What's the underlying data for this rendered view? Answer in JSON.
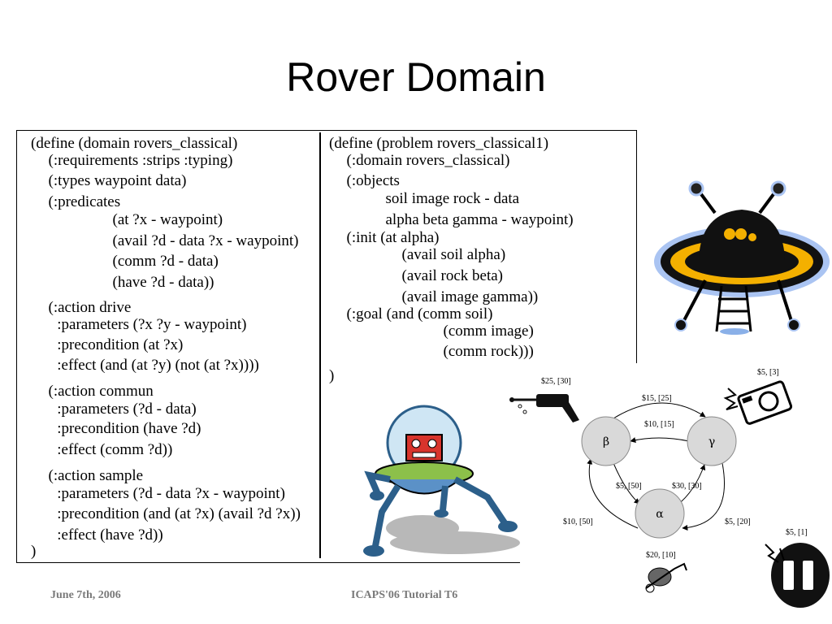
{
  "slide": {
    "title": "Rover Domain",
    "footer_left": "June 7th, 2006",
    "footer_center": "ICAPS'06 Tutorial T6"
  },
  "domain_code": {
    "lines": [
      "(define (domain rovers_classical)",
      "  (:requirements :strips :typing)",
      "  (:types waypoint data)",
      "  (:predicates",
      "      (at ?x - waypoint)",
      "      (avail ?d - data ?x - waypoint)",
      "      (comm ?d - data)",
      "      (have ?d - data))",
      "  (:action drive",
      "   :parameters (?x ?y - waypoint)",
      "   :precondition (at ?x)",
      "   :effect (and (at ?y) (not (at ?x))))",
      "  (:action commun",
      "   :parameters (?d - data)",
      "   :precondition (have ?d)",
      "   :effect (comm ?d))",
      "  (:action sample",
      "   :parameters (?d - data ?x - waypoint)",
      "   :precondition (and (at ?x) (avail ?d ?x))",
      "   :effect (have ?d))",
      ")"
    ]
  },
  "problem_code": {
    "lines": [
      "(define (problem rovers_classical1)",
      "  (:domain rovers_classical)",
      "  (:objects",
      "      soil image rock - data",
      "      alpha beta gamma - waypoint)",
      "  (:init (at alpha)",
      "      (avail soil alpha)",
      "      (avail rock beta)",
      "      (avail image gamma))",
      "  (:goal (and (comm soil)",
      "      (comm image)",
      "      (comm rock)))",
      ")"
    ]
  },
  "graph": {
    "nodes": [
      {
        "id": "beta",
        "label": "β"
      },
      {
        "id": "gamma",
        "label": "γ"
      },
      {
        "id": "alpha",
        "label": "α"
      }
    ],
    "edges": [
      {
        "from": "beta",
        "to": "gamma",
        "label": "$15, [25]"
      },
      {
        "from": "gamma",
        "to": "beta",
        "label": "$10, [15]"
      },
      {
        "from": "beta",
        "to": "alpha",
        "label": "$5, [50]"
      },
      {
        "from": "alpha",
        "to": "gamma",
        "label": "$30, [30]"
      },
      {
        "from": "alpha",
        "to": "beta",
        "label": "$10, [50]"
      },
      {
        "from": "gamma",
        "to": "alpha",
        "label": "$5, [20]"
      }
    ],
    "costs": {
      "drill": "$25, [30]",
      "camera": "$5, [3]",
      "antenna": "$5, [1]",
      "rock": "$20, [10]"
    }
  }
}
